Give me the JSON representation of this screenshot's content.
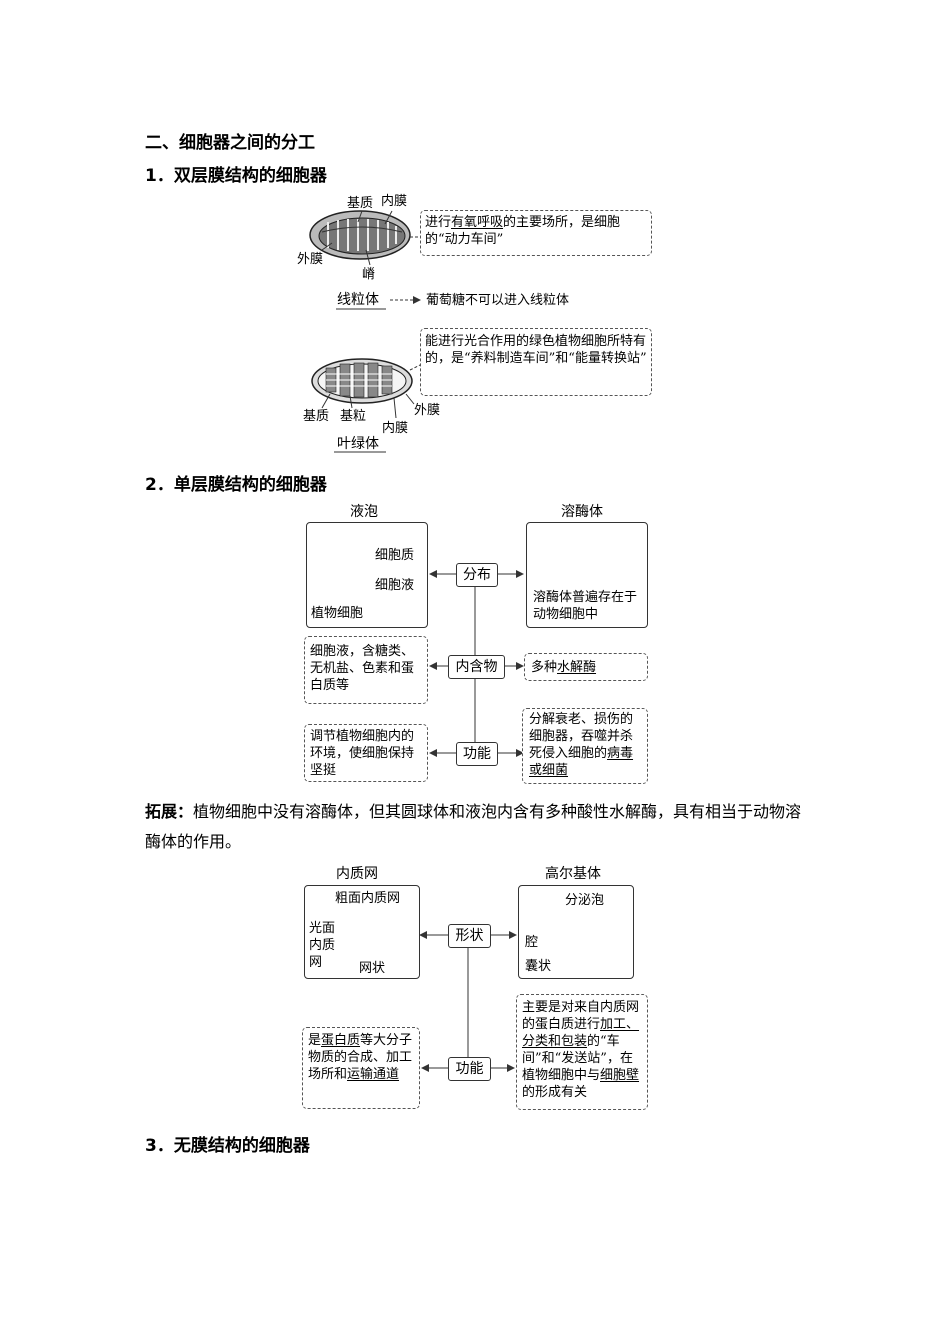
{
  "heading2": "二、细胞器之间的分工",
  "sec1": "1．双层膜结构的细胞器",
  "sec2": "2．单层膜结构的细胞器",
  "sec3": "3．无膜结构的细胞器",
  "mito": {
    "matrix": "基质",
    "inner": "内膜",
    "outer": "外膜",
    "cristae": "嵴",
    "name": "线粒体",
    "desc1": "进行",
    "desc_u": "有氧呼吸",
    "desc2": "的主要场所，是细胞的“动力车间”",
    "note": "葡萄糖不可以进入线粒体"
  },
  "chloro": {
    "desc": "能进行光合作用的绿色植物细胞所特有的，是“养料制造车间”和“能量转换站”",
    "stroma": "基质",
    "grana": "基粒",
    "inner": "内膜",
    "outer": "外膜",
    "name": "叶绿体"
  },
  "vac": {
    "title": "液泡",
    "cytoplasm": "细胞质",
    "sap": "细胞液",
    "cell": "植物细胞",
    "contents": "细胞液，含糖类、无机盐、色素和蛋白质等",
    "function": "调节植物细胞内的环境，使细胞保持坚挺"
  },
  "lyso": {
    "title": "溶酶体",
    "dist": "溶酶体普遍存在于动物细胞中",
    "contents1": "多种",
    "contents_u": "水解酶",
    "func1": "分解衰老、损伤的细胞器，吞噬并杀死侵入细胞的",
    "func_u": "病毒或细菌"
  },
  "labels": {
    "fenbu": "分布",
    "neihanwu": "内含物",
    "gongneng": "功能",
    "xingzhuang": "形状",
    "gongneng2": "功能"
  },
  "extension": {
    "lead": "拓展：",
    "text": "植物细胞中没有溶酶体，但其圆球体和液泡内含有多种酸性水解酶，具有相当于动物溶酶体的作用。"
  },
  "er": {
    "title": "内质网",
    "rough": "粗面内质网",
    "smooth": "光面内质网",
    "net": "网状",
    "func1": "是",
    "func_u1": "蛋白质",
    "func2": "等大分子物质的合成、加工场所和",
    "func_u2": "运输通道"
  },
  "golgi": {
    "title": "高尔基体",
    "vesicle": "分泌泡",
    "cavity": "腔",
    "sac": "囊状",
    "func1": "主要是对来自内质网的蛋白质进行",
    "func_u1": "加工、分类和包装",
    "func2": "的“车间”和“发送站”，在植物细胞中与",
    "func_u2": "细胞壁",
    "func3": "的形成有关"
  }
}
